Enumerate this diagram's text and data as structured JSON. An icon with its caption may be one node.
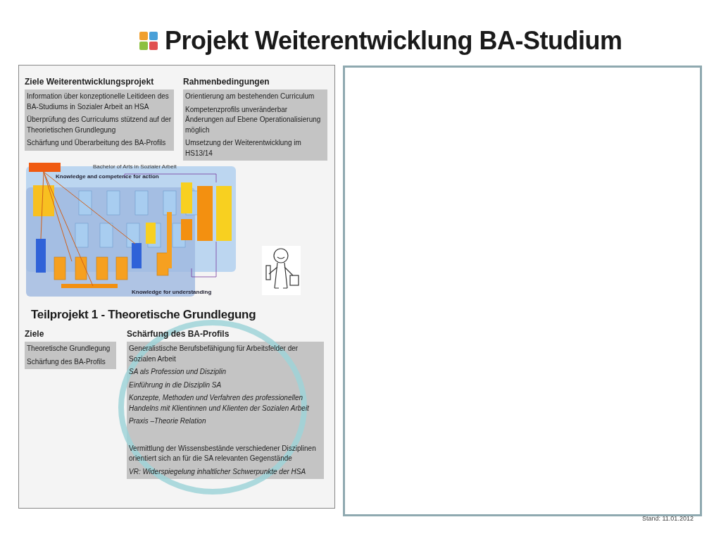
{
  "diagram": {
    "title": "Projekt Weiterentwicklung BA-Studium",
    "nodes": [
      {
        "text": [
          "Ziele Weiterentwicklungsprojekt",
          "Information über konzeptionelle Leitideen des BA-Studiums in Sozialer Arbeit an HSA",
          "Überprüfung des Curriculums stützend auf der Theorietischen Grundlegung",
          "Schärfung und Überarbeitung des BA-Profils"
        ]
      },
      {
        "text": [
          "Rahmenbedingungen",
          "Orientierung am bestehenden Curriculum",
          "Kompetenzprofils unveränderbar Änderungen auf Ebene Operationalisierung möglich",
          "Umsetzung der Weiterentwicklung im HS13/14"
        ]
      },
      {
        "text": [
          "Ziele",
          "Theoretische Grundlegung",
          "Schärfung des BA-Profils"
        ]
      },
      {
        "text": [
          "Schärfung des BA-Profils",
          "Generalistische Berufsbefähigung für Arbeitsfelder der Sozialen Arbeit",
          "*SA als Profession und Disziplin*",
          "*Einführung in die Disziplin SA*",
          "*Konzepte, Methoden und Verfahren des professionellen Handelns mit Klientinnen und Klienten der Sozialen Arbeit*",
          "*Praxis –Theorie Relation*",
          "Vermittlung der Wissensbestände verschiedener Disziplinen orientiert sich an für die SA relevanten Gegenstände",
          "*VR: Widerspiegelung inhaltlicher Schwerpunkte der HSA*"
        ]
      }
    ],
    "labels": [
      "Bachelor of Arts in Sozialer Arbeit",
      "Knowledge and competence for action",
      "Knowledge for understanding",
      "Teilprojekt 1 - Theoretische Grundlegung",
      "Stand: 11.01.2012"
    ]
  }
}
